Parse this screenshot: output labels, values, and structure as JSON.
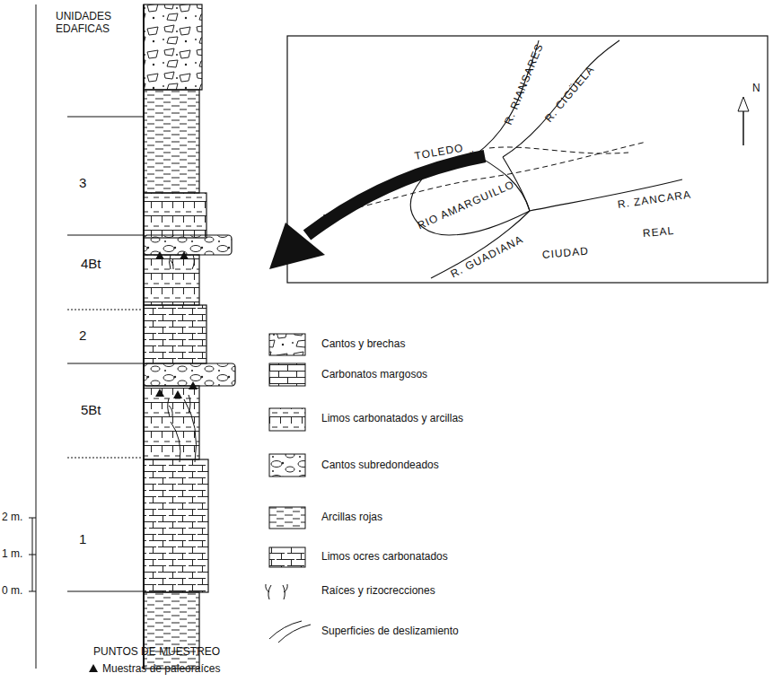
{
  "diagram": {
    "labels": [
      "UNIDADES EDAFICAS",
      "3",
      "4Bt",
      "2",
      "5Bt",
      "1",
      "2 m.",
      "1 m.",
      "0 m.",
      "TOLEDO",
      "R. RIANSARES",
      "R. CIGÜELA",
      "RIO AMARGUILLO",
      "R. ZANCARA",
      "R. GUADIANA",
      "CIUDAD",
      "REAL",
      "N",
      "PUNTOS DE MUESTREO"
    ],
    "legend": [
      {
        "text": "Cantos y brechas"
      },
      {
        "text": "Carbonatos margosos"
      },
      {
        "text": "Limos carbonatados y arcillas"
      },
      {
        "text": "Cantos subredondeados"
      },
      {
        "text": "Arcillas rojas"
      },
      {
        "text": "Limos ocres carbonatados"
      },
      {
        "text": "Raíces y rizocrecciones"
      },
      {
        "text": "Superficies de deslizamiento"
      },
      {
        "text": "Muestras de paleoraíces"
      }
    ]
  }
}
